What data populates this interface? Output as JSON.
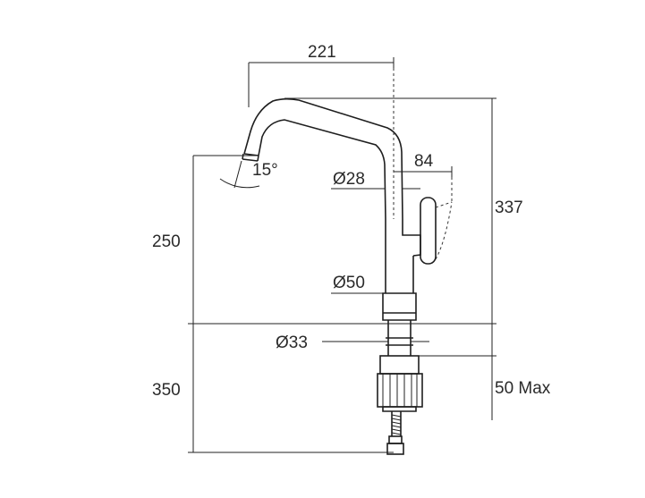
{
  "dimensions": {
    "spout_reach": "221",
    "aerator_angle": "15°",
    "spout_diameter": "Ø28",
    "lever_reach": "84",
    "total_height": "337",
    "spout_height": "250",
    "base_diameter": "Ø50",
    "shank_diameter": "Ø33",
    "hose_length": "350",
    "deck_thickness": "50 Max"
  },
  "colors": {
    "line": "#222222",
    "background": "#ffffff"
  }
}
